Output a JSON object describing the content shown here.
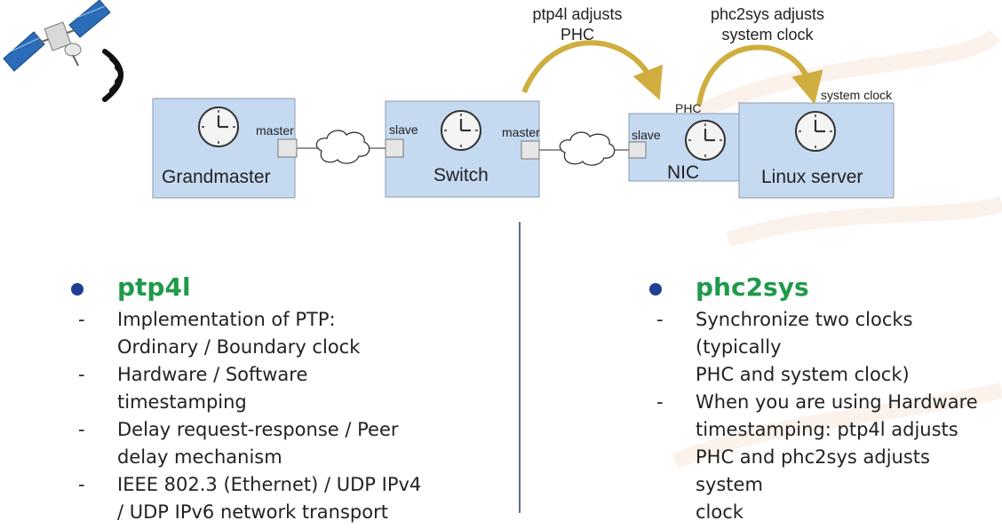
{
  "diagram": {
    "annotations": {
      "ptp4l_adjusts": [
        "ptp4l adjusts",
        "PHC"
      ],
      "phc2sys_adjusts": [
        "phc2sys adjusts",
        "system clock"
      ]
    },
    "nodes": {
      "grandmaster": "Grandmaster",
      "switch": "Switch",
      "nic": "NIC",
      "linux_server": "Linux server"
    },
    "ports": {
      "grandmaster_master": "master",
      "switch_slave": "slave",
      "switch_master": "master",
      "nic_slave": "slave"
    },
    "clock_labels": {
      "phc": "PHC",
      "system_clock": "system clock"
    },
    "colors": {
      "box_fill": "#c5d9f1",
      "box_stroke": "#8a9bb0",
      "arrow": "#cfae3f",
      "heading": "#1f9a4a",
      "bullet": "#1f3f94",
      "divider": "#2c3e66"
    }
  },
  "left": {
    "title": "ptp4l",
    "items": [
      [
        "Implementation of PTP:",
        "Ordinary / Boundary clock"
      ],
      [
        "Hardware / Software",
        "timestamping"
      ],
      [
        "Delay request-response / Peer",
        "delay mechanism"
      ],
      [
        "IEEE 802.3 (Ethernet) / UDP IPv4",
        "/ UDP IPv6 network transport"
      ]
    ]
  },
  "right": {
    "title": "phc2sys",
    "items": [
      [
        "Synchronize two clocks (typically",
        "PHC and system clock)"
      ],
      [
        "When you are using Hardware",
        "timestamping:  ptp4l adjusts",
        "PHC and phc2sys adjusts system",
        "clock"
      ]
    ]
  },
  "dash": "-"
}
